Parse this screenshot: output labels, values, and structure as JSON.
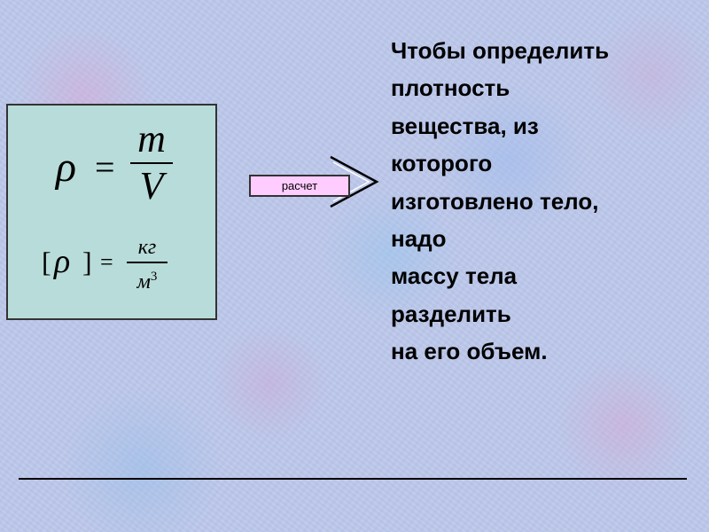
{
  "formula": {
    "rho": "ρ",
    "equals": "=",
    "numerator": "m",
    "denominator": "V"
  },
  "unit_formula": {
    "bracket_open": "[",
    "rho": "ρ",
    "bracket_close": "]",
    "equals": "=",
    "numerator": "кг",
    "denominator": "м",
    "exponent": "3"
  },
  "calc_button": {
    "label": "расчет"
  },
  "description": {
    "lines": [
      "Чтобы определить",
      "плотность",
      "вещества, из",
      "которого",
      "изготовлено тело,",
      "надо",
      "массу тела",
      "разделить",
      "на его объем."
    ]
  },
  "colors": {
    "formula_box_bg": "#b8dcd9",
    "button_bg": "#ffccff",
    "text": "#000000"
  },
  "icons": {
    "arrow": "chevron-arrow-right-icon"
  }
}
